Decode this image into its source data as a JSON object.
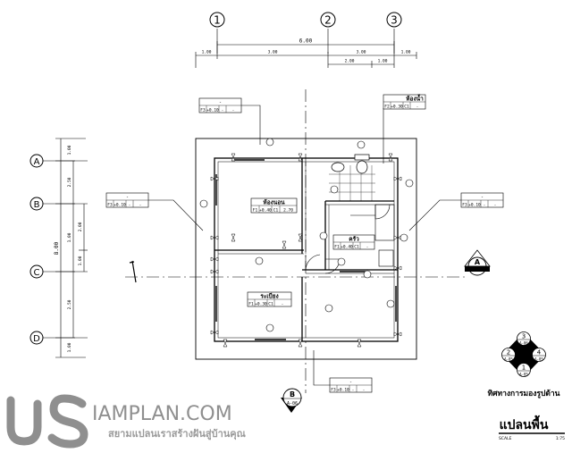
{
  "title_block": {
    "title": "แปลนพื้น",
    "scale_label": "SCALE",
    "scale_value": "1:75"
  },
  "grid_columns": [
    "1",
    "2",
    "3"
  ],
  "grid_rows": [
    "A",
    "B",
    "C",
    "D"
  ],
  "dims_top": {
    "overall": "6.00",
    "segments": [
      "1.00",
      "3.00",
      "3.00",
      "1.00"
    ],
    "sub": [
      "2.00",
      "1.00"
    ]
  },
  "dims_left": {
    "overall": "8.00",
    "segments": [
      "1.00",
      "2.50",
      "1.00",
      "2.50",
      "1.00"
    ],
    "sub": [
      "2.00",
      "1.00"
    ]
  },
  "rooms": {
    "bedroom": {
      "name": "ห้องนอน",
      "tag": [
        "F1",
        "+0.40",
        "C1",
        "2.70"
      ]
    },
    "kitchen": {
      "name": "ครัว",
      "tag": [
        "F1",
        "+0.40",
        "C1",
        "-"
      ]
    },
    "porch": {
      "name": "ระเบียง",
      "tag": [
        "F1",
        "+0.30",
        "C1",
        "-"
      ]
    },
    "bathroom": {
      "name": "ห้องน้ำ",
      "tag": [
        "F2",
        "+0.30",
        "C1",
        "-"
      ]
    }
  },
  "level_tags": {
    "top": {
      "name": "-",
      "tag": [
        "F3",
        "+0.10",
        "-",
        "-"
      ]
    },
    "left": {
      "name": "-",
      "tag": [
        "F3",
        "+0.10",
        "-",
        "-"
      ]
    },
    "right": {
      "name": "-",
      "tag": [
        "F3",
        "+0.10",
        "-",
        "-"
      ]
    },
    "bottom": {
      "name": "-",
      "tag": [
        "F3",
        "+0.10",
        "-",
        "-"
      ]
    }
  },
  "section_markers": [
    {
      "letter": "A",
      "sheet": "A-07"
    },
    {
      "letter": "B",
      "sheet": "A-06"
    }
  ],
  "elevation_key": {
    "caption": "ทิศทางการมองรูปด้าน",
    "items": [
      {
        "n": "3",
        "sheet": "A-06"
      },
      {
        "n": "2",
        "sheet": "A-05"
      },
      {
        "n": "4",
        "sheet": "A-05"
      },
      {
        "n": "1",
        "sheet": "A-05"
      }
    ]
  },
  "watermark": {
    "brand": "IAMPLAN.COM",
    "tagline": "สยามแปลนเราสร้างฝันสู่บ้านคุณ"
  }
}
